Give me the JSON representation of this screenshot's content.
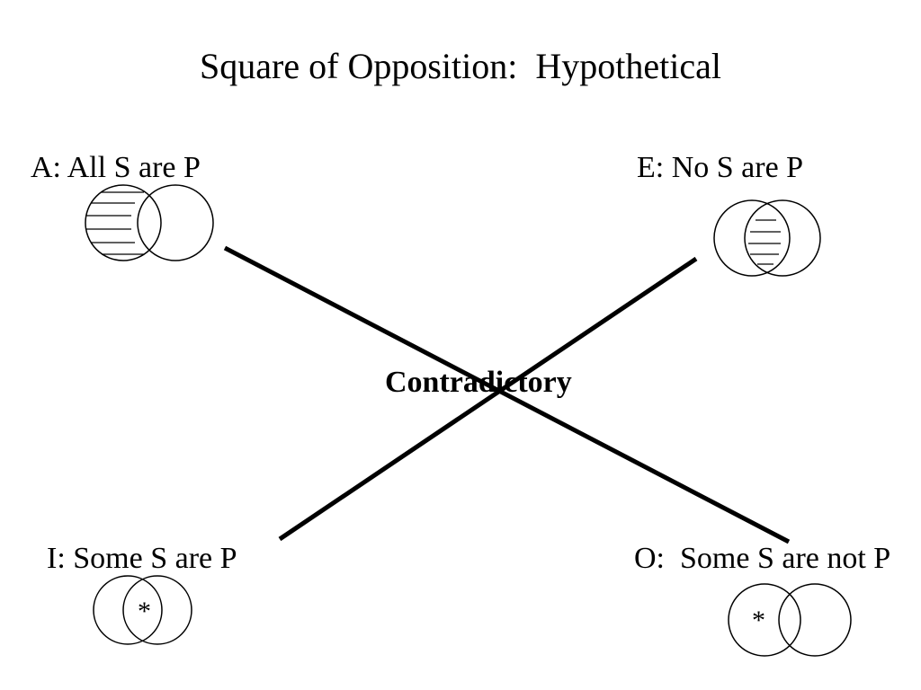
{
  "title": "Square of Opposition:  Hypothetical",
  "corners": {
    "a": {
      "label": "A: All S are P"
    },
    "e": {
      "label": "E: No S are P"
    },
    "i": {
      "label": "I: Some S are P",
      "mark": "*"
    },
    "o": {
      "label": "O:  Some S are not P",
      "mark": "*"
    }
  },
  "relation": {
    "label": "Contradictory"
  },
  "colors": {
    "ink": "#000000",
    "background": "#ffffff"
  }
}
